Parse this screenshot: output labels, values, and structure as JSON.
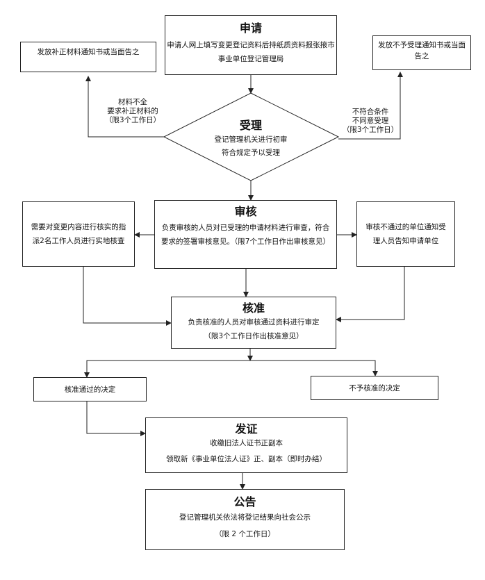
{
  "apply": {
    "title": "申请",
    "line1": "申请人网上填写变更登记资料后持纸质资料报张掖市",
    "line2": "事业单位登记管理局"
  },
  "left_notice": {
    "text": "发放补正材料通知书或当面告之"
  },
  "right_notice": {
    "line1": "发放不予受理通知书或当面",
    "line2": "告之"
  },
  "accept": {
    "title": "受理",
    "line1": "登记管理机关进行初审",
    "line2": "符合规定予以受理"
  },
  "left_cond": {
    "line1": "材料不全",
    "line2": "要求补正材料的",
    "line3": "（限3个工作日）"
  },
  "right_cond": {
    "line1": "不符合条件",
    "line2": "不同意受理",
    "line3": "（限3个工作日）"
  },
  "review": {
    "title": "审核",
    "line1": "负责审核的人员对已受理的申请材料进行审查，符合",
    "line2": "要求的签署审核意见。（限7个工作日作出审核意见）"
  },
  "verify": {
    "line1": "需要对变更内容进行核实的指",
    "line2": "派2名工作人员进行实地核查"
  },
  "review_fail": {
    "line1": "审核不通过的单位通知受",
    "line2": "理人员告知申请单位"
  },
  "approve": {
    "title": "核准",
    "line1": "负责核准的人员对审核通过资料进行审定",
    "line2": "（限3个工作日作出核准意见）"
  },
  "approve_pass": {
    "text": "核准通过的决定"
  },
  "approve_reject": {
    "text": "不予核准的决定"
  },
  "issue": {
    "title": "发证",
    "line1": "收缴旧法人证书正副本",
    "line2": "领取新《事业单位法人证》正、副本（即时办结）"
  },
  "announce": {
    "title": "公告",
    "line1": "登记管理机关依法将登记结果向社会公示",
    "line2": "（限 2 个工作日）"
  }
}
